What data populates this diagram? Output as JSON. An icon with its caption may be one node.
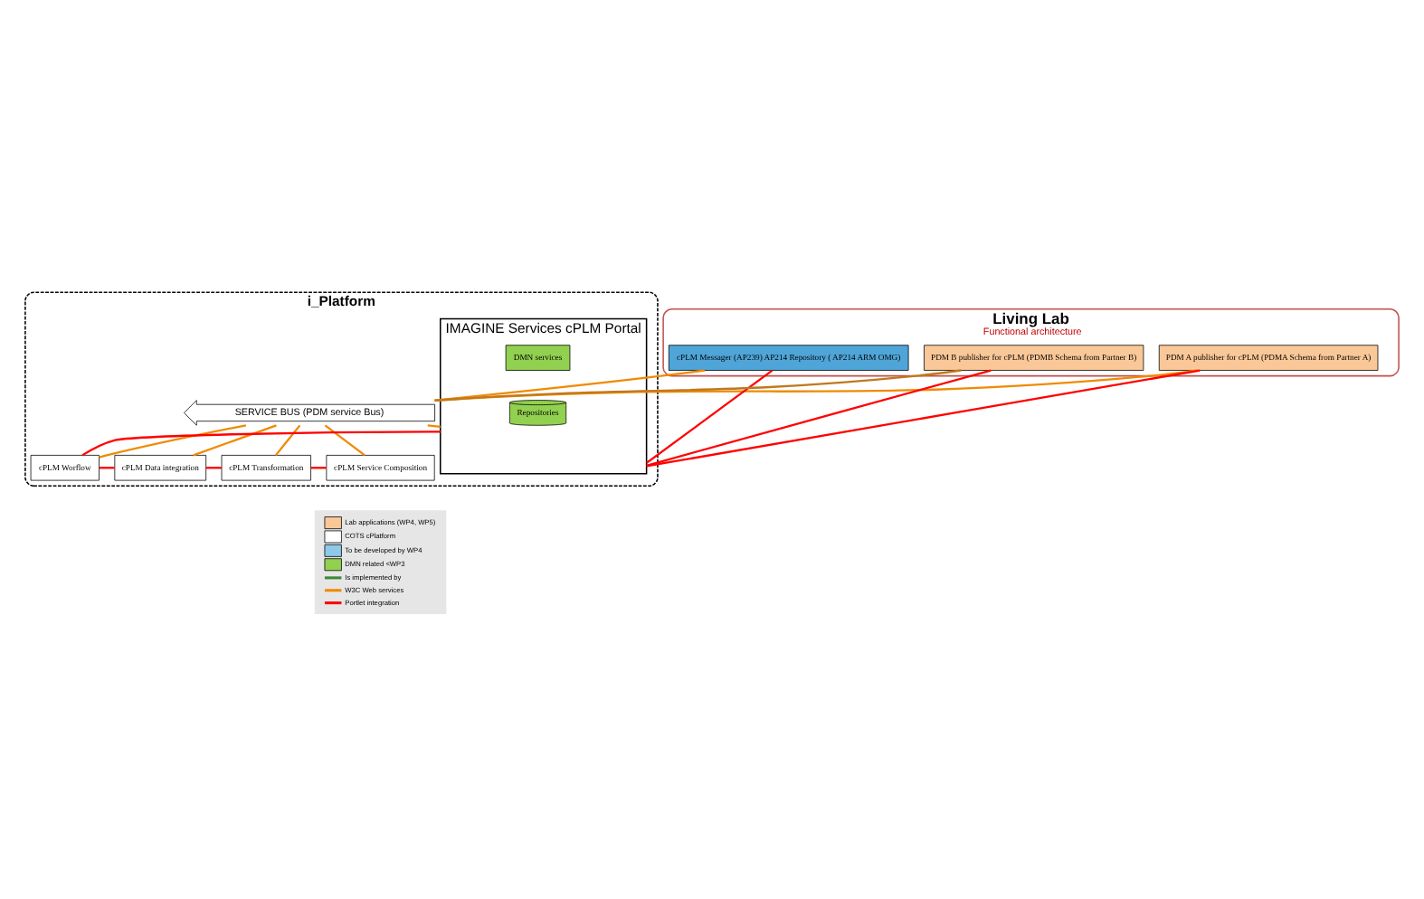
{
  "diagram": {
    "nodes": [
      {
        "text": [
          "Living Lab",
          "Functional architecture"
        ]
      },
      {
        "text": [
          "i_Platform"
        ]
      },
      {
        "text": [
          "PDM A publisher for cPLM (PDMA Schema from Partner A)"
        ],
        "in": 0
      },
      {
        "text": [
          "cPLM Messager (AP239) AP214 Repository ( AP214 ARM OMG)"
        ],
        "in": 0
      },
      {
        "text": [
          "PDM B publisher for cPLM (PDMB Schema from Partner B)"
        ],
        "in": 0
      },
      {
        "text": [
          "SERVICE BUS (PDM service Bus)"
        ],
        "in": 1
      },
      {
        "text": [
          "IMAGINE Services cPLM Portal"
        ],
        "in": 1
      },
      {
        "text": [
          "DMN services"
        ],
        "in": 6
      },
      {
        "text": [
          "Repositories"
        ],
        "in": 6
      },
      {
        "text": [
          "cPLM Worflow"
        ],
        "in": 1
      },
      {
        "text": [
          "cPLM Data integration"
        ],
        "in": 1
      },
      {
        "text": [
          "cPLM Transformation"
        ],
        "in": 1
      },
      {
        "text": [
          "cPLM Service Composition"
        ],
        "in": 1
      }
    ],
    "edges": [
      {
        "from": 2,
        "to": 5,
        "arrow": "none"
      },
      {
        "from": 3,
        "to": 5,
        "arrow": "none"
      },
      {
        "from": 4,
        "to": 5,
        "arrow": "none",
        "color": "#c0781e"
      },
      {
        "from": 2,
        "to": 6,
        "arrow": "none",
        "color": "#ff0000"
      },
      {
        "from": 3,
        "to": 6,
        "arrow": "none",
        "color": "#ff0000"
      },
      {
        "from": 4,
        "to": 6,
        "arrow": "none",
        "color": "#ff0000"
      },
      {
        "from": 5,
        "to": 6,
        "arrow": "none"
      },
      {
        "from": 5,
        "to": 9,
        "arrow": "none"
      },
      {
        "from": 5,
        "to": 10,
        "arrow": "none"
      },
      {
        "from": 5,
        "to": 11,
        "arrow": "none"
      },
      {
        "from": 5,
        "to": 12,
        "arrow": "none"
      },
      {
        "from": 6,
        "to": 9,
        "arrow": "none",
        "color": "#ff0000"
      },
      {
        "from": 9,
        "to": 10,
        "arrow": "none",
        "color": "#ff0000"
      },
      {
        "from": 10,
        "to": 11,
        "arrow": "none",
        "color": "#ff0000"
      },
      {
        "from": 11,
        "to": 12,
        "arrow": "none",
        "color": "#ff0000"
      }
    ],
    "legend": [
      {
        "text": "Lab applications (WP4, WP5)",
        "color": "#fac898"
      },
      {
        "text": "COTS cPlatform",
        "color": "#ffffff"
      },
      {
        "text": "To be developed by WP4",
        "color": "#8ec9e8"
      },
      {
        "text": "DMN related <WP3",
        "color": "#92d050"
      },
      {
        "text": "Is implemented by"
      },
      {
        "text": "W3C Web services"
      },
      {
        "text": "Portlet integration"
      }
    ]
  }
}
